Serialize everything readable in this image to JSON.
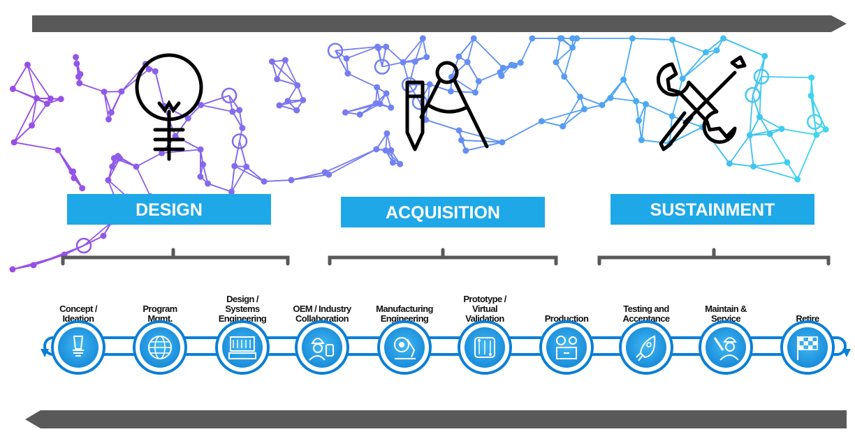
{
  "phases": [
    {
      "label": "DESIGN",
      "icon": "lightbulb-icon"
    },
    {
      "label": "ACQUISITION",
      "icon": "drafting-tools-icon"
    },
    {
      "label": "SUSTAINMENT",
      "icon": "wrench-screwdriver-icon"
    }
  ],
  "steps": [
    {
      "lines": [
        "Concept /",
        "Ideation"
      ],
      "icon": "lightbulb-icon"
    },
    {
      "lines": [
        "Program",
        "Mgmt."
      ],
      "icon": "globe-gear-icon"
    },
    {
      "lines": [
        "Design /",
        "Systems",
        "Engineering"
      ],
      "icon": "keyboard-screen-icon"
    },
    {
      "lines": [
        "OEM / Industry",
        "Collaboration"
      ],
      "icon": "engineer-tablet-icon"
    },
    {
      "lines": [
        "Manufacturing",
        "Engineering"
      ],
      "icon": "robot-arm-icon"
    },
    {
      "lines": [
        "Prototype /",
        "Virtual",
        "Validation"
      ],
      "icon": "circuit-chip-icon"
    },
    {
      "lines": [
        "Production"
      ],
      "icon": "box-gear-icon"
    },
    {
      "lines": [
        "Testing and",
        "Acceptance"
      ],
      "icon": "rocket-icon"
    },
    {
      "lines": [
        "Maintain &",
        "Service"
      ],
      "icon": "worker-wrench-icon"
    },
    {
      "lines": [
        "Retire"
      ],
      "icon": "checkered-flag-icon"
    }
  ],
  "colors": {
    "arrow": "#595959",
    "phase_box": "#1ea8e8",
    "network_start": "#8a2be2",
    "network_mid": "#5b6cf0",
    "network_end": "#1ed8ec",
    "circle_fill": "#1e9fe6",
    "circle_ring": "#0a7fd8",
    "bracket": "#595959"
  }
}
